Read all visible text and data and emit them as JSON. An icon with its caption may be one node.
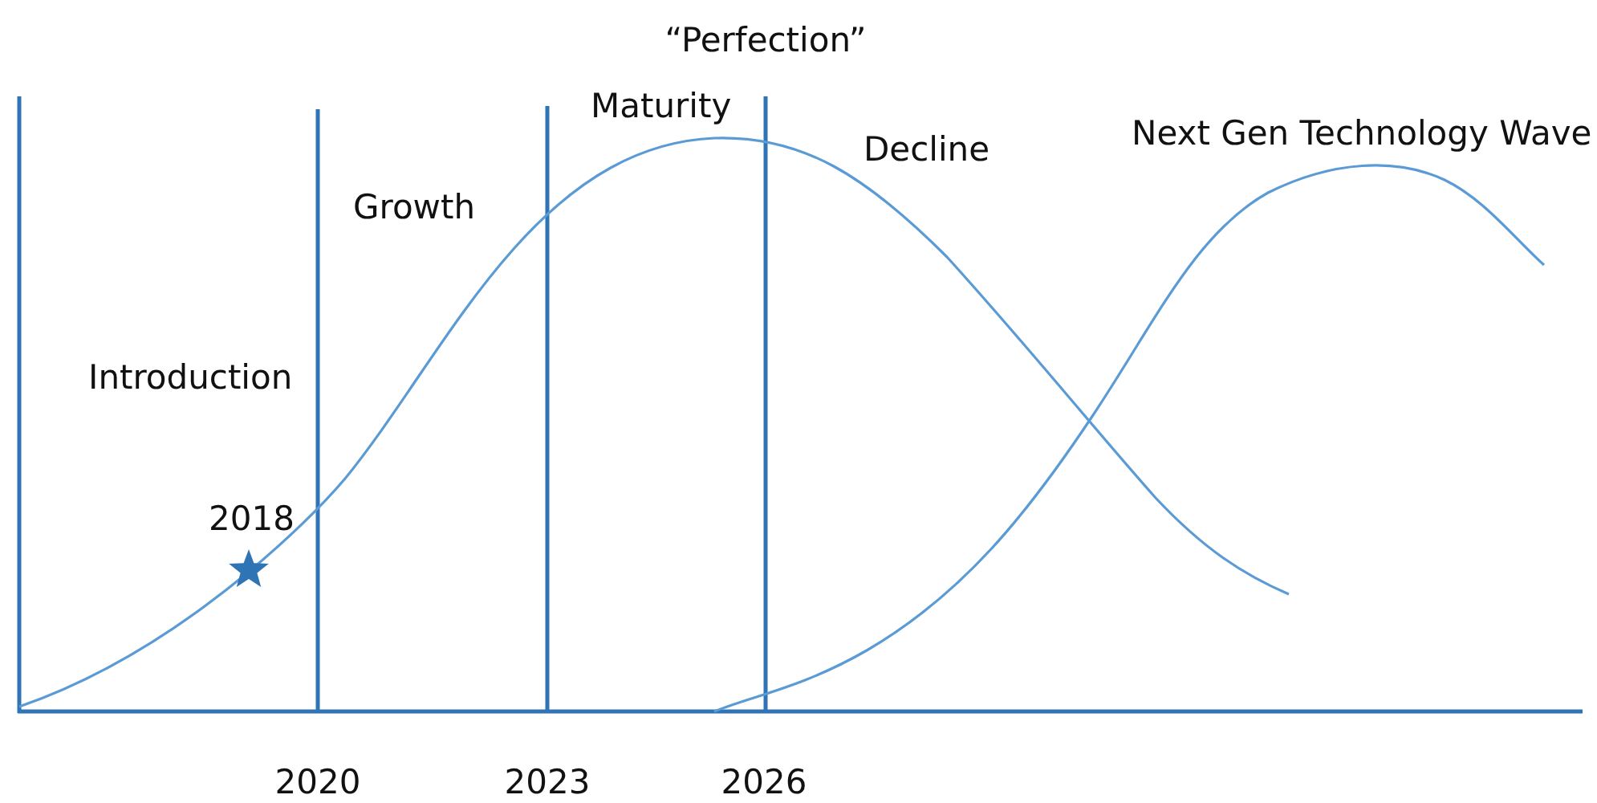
{
  "diagram": {
    "labels": [
      "“Perfection”",
      "Maturity",
      "Decline",
      "Next Gen Technology Wave",
      "Growth",
      "Introduction",
      "2018",
      "2020",
      "2023",
      "2026"
    ]
  }
}
